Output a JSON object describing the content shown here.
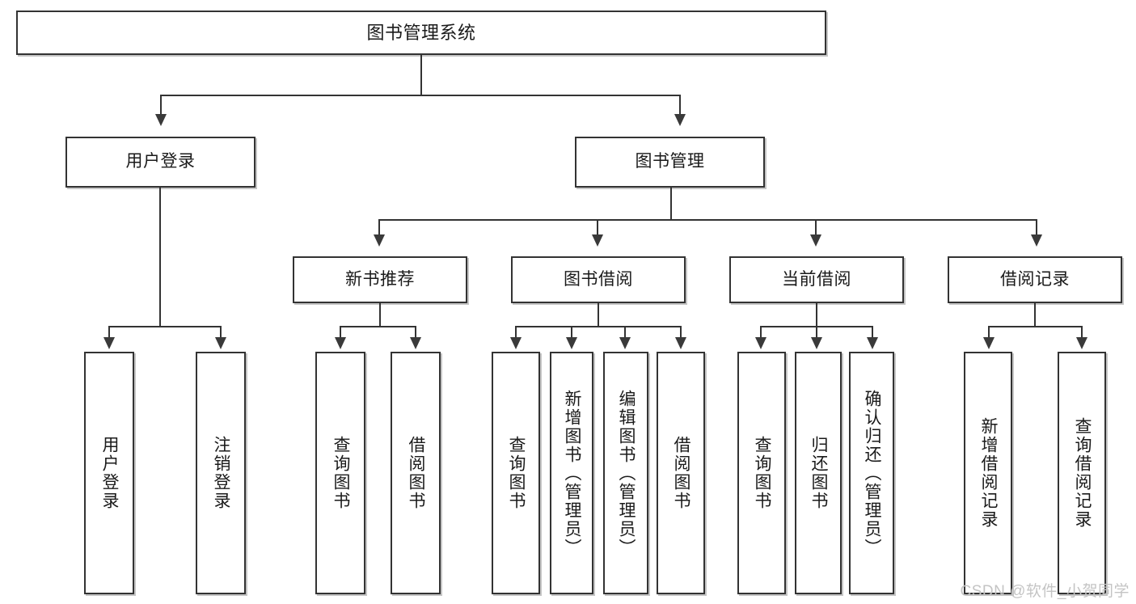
{
  "diagram": {
    "title": "图书管理系统",
    "type": "tree",
    "root": {
      "label": "图书管理系统"
    },
    "level2": [
      {
        "label": "用户登录"
      },
      {
        "label": "图书管理"
      }
    ],
    "level3": [
      {
        "label": "新书推荐"
      },
      {
        "label": "图书借阅"
      },
      {
        "label": "当前借阅"
      },
      {
        "label": "借阅记录"
      }
    ],
    "leaves": {
      "user_login": [
        {
          "label": "用户登录"
        },
        {
          "label": "注销登录"
        }
      ],
      "new_book_recommend": [
        {
          "label": "查询图书"
        },
        {
          "label": "借阅图书"
        }
      ],
      "book_borrow": [
        {
          "label": "查询图书"
        },
        {
          "label": "新增图书（管理员）"
        },
        {
          "label": "编辑图书（管理员）"
        },
        {
          "label": "借阅图书"
        }
      ],
      "current_borrow": [
        {
          "label": "查询图书"
        },
        {
          "label": "归还图书"
        },
        {
          "label": "确认归还（管理员）"
        }
      ],
      "borrow_record": [
        {
          "label": "新增借阅记录"
        },
        {
          "label": "查询借阅记录"
        }
      ]
    }
  },
  "watermark": {
    "text": "CSDN @软件_小贺同学"
  },
  "colors": {
    "stroke": "#333333",
    "text": "#1a1a1a",
    "background": "#ffffff",
    "watermark": "#c4c4c4",
    "shadow": "#969696"
  }
}
